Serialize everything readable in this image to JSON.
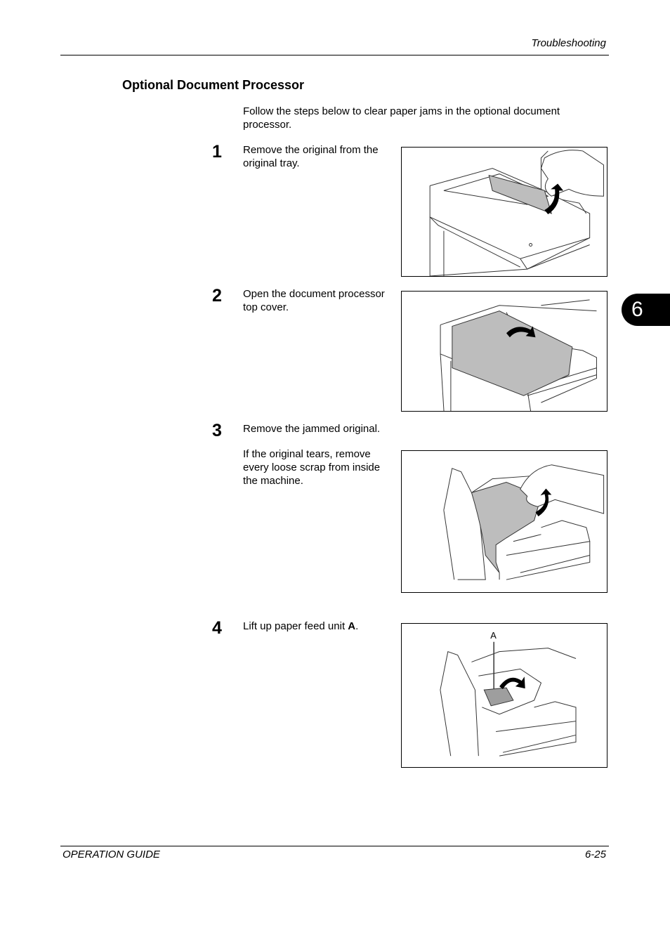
{
  "header": {
    "section": "Troubleshooting"
  },
  "title": "Optional Document Processor",
  "intro": "Follow the steps below to clear paper jams in the optional document processor.",
  "steps": [
    {
      "number": "1",
      "text": "Remove the original from the original tray."
    },
    {
      "number": "2",
      "text": "Open the document processor top cover."
    },
    {
      "number": "3",
      "text": "Remove the jammed original.",
      "note": "If the original tears, remove every loose scrap from inside the machine."
    },
    {
      "number": "4",
      "text_before": "Lift up paper feed unit ",
      "bold": "A",
      "text_after": "."
    }
  ],
  "figure4": {
    "callout": "A"
  },
  "chapter_tab": "6",
  "footer": {
    "left": "OPERATION GUIDE",
    "right": "6-25"
  }
}
